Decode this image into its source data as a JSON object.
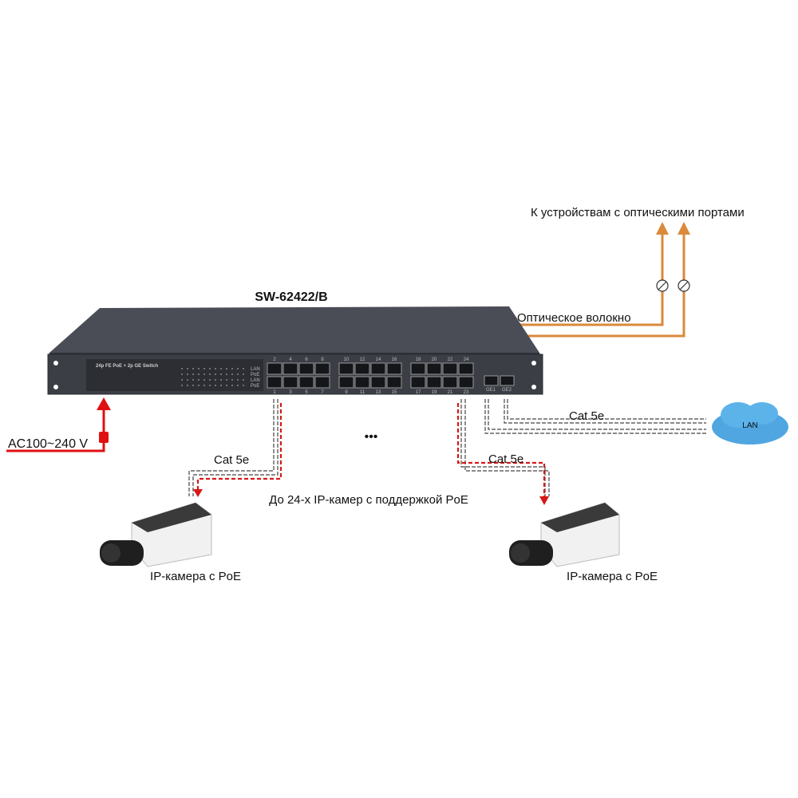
{
  "title": "SW-62422/B",
  "front_label": "24p FE PoE + 2p GE Switch",
  "optical_target": "К устройствам с оптическими портами",
  "optical_fiber": "Оптическое волокно",
  "power": "AC100~240 V",
  "cable_left": "Cat 5e",
  "cable_right": "Cat 5e",
  "cable_lan": "Cat 5e",
  "lan": "LAN",
  "cameras_note": "До 24-х IP-камер с поддержкой PoE",
  "camera_left": "IP-камера с PoE",
  "camera_right": "IP-камера с PoE",
  "ellipsis": "•••",
  "led_labels": [
    "LAN",
    "PoE",
    "LAN",
    "PoE"
  ],
  "sfp_labels": [
    "GE1",
    "GE2"
  ],
  "ports_top": [
    "2",
    "4",
    "6",
    "8",
    "10",
    "12",
    "14",
    "16",
    "18",
    "20",
    "22",
    "24"
  ],
  "ports_bottom": [
    "1",
    "3",
    "5",
    "7",
    "9",
    "11",
    "13",
    "15",
    "17",
    "19",
    "21",
    "23"
  ],
  "colors": {
    "fiber": "#d98a3a",
    "power": "#e01010",
    "poe": "#d81818",
    "switch": "#44474f"
  }
}
